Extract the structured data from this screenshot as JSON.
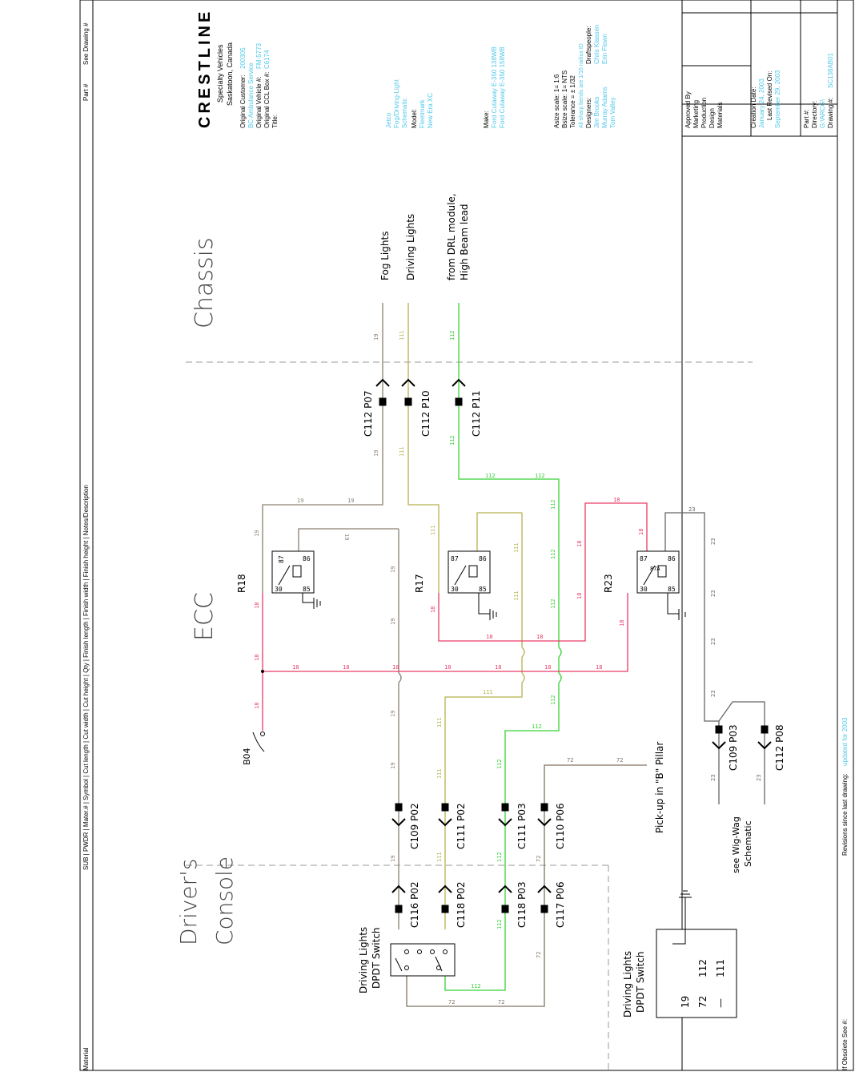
{
  "colors": {
    "w19": "#8a7f72",
    "w111": "#b5b24e",
    "w112": "#35d235",
    "w18": "#ea3a67",
    "w23": "#666666",
    "w72": "#807360",
    "label": "#000000",
    "title_block_value": "#4fc8ea",
    "title_block_red": "#e84a4a"
  },
  "header_strip": {
    "material": "Material",
    "columns": "SUB | PWDR | Mater.# | Symbol | Cut length | Cut width | Cut height | Qty | Finish length | Finish width | Finish height | Notes/Description",
    "part": "Part #",
    "see_drawing": "See Drawing #"
  },
  "regions": {
    "chassis": "Chassis",
    "ecc": "ECC",
    "console": [
      "Driver's",
      "Console"
    ]
  },
  "chassis_loads": {
    "fog": "Fog Lights",
    "driving": "Driving Lights",
    "drl": [
      "from DRL module,",
      "High Beam lead"
    ]
  },
  "connectors": {
    "c112_p07": "C112 P07",
    "c112_p10": "C112 P10",
    "c112_p11": "C112 P11",
    "c109_p02": "C109 P02",
    "c111_p02": "C111 P02",
    "c111_p03": "C111 P03",
    "c110_p06": "C110 P06",
    "c116_p02": "C116 P02",
    "c118_p02": "C118 P02",
    "c118_p03": "C118 P03",
    "c117_p06": "C117 P06",
    "c109_p03": "C109 P03",
    "c112_p08": "C112 P08"
  },
  "relays": {
    "r18": {
      "name": "R18",
      "pins": [
        "87",
        "86",
        "30",
        "85"
      ]
    },
    "r17": {
      "name": "R17",
      "pins": [
        "87",
        "86",
        "30",
        "85"
      ]
    },
    "r23": {
      "name": "R23",
      "pins": [
        "87",
        "87A",
        "86",
        "30",
        "85"
      ]
    }
  },
  "wire_numbers": {
    "w19": "19",
    "w111": "111",
    "w112": "112",
    "w18": "18",
    "w23": "23",
    "w72": "72"
  },
  "misc_labels": {
    "b04": "B04",
    "pickup": "Pick-up in \"B\" Pillar",
    "wigwag": [
      "see Wig-Wag",
      "Schematic"
    ],
    "switch": [
      "Driving Lights",
      "DPDT Switch"
    ],
    "switch_legend_title": [
      "Driving Lights",
      "DPDT Switch"
    ],
    "switch_legend_rows": [
      "19",
      "72",
      "112",
      "111",
      "—"
    ]
  },
  "title_block": {
    "brand": "CRESTLINE",
    "company": "Specialty Vehicles",
    "location": "Saskatoon, Canada",
    "original_customer_label": "Original Customer:",
    "original_customer_value": "200305",
    "original_customer_sub": "BC Ambulance Service",
    "original_vehicle_label": "Original Vehicle #:",
    "original_vehicle_value": "FM-5773",
    "original_ccl_label": "Original CCL Box #:",
    "original_ccl_value": "C6174",
    "title_label": "Title:",
    "title_value": [
      "Jetco",
      "Fog/Driving-Light",
      "Schematic"
    ],
    "model_label": "Model:",
    "model_value": [
      "Fleetmark",
      "New Era XC"
    ],
    "make_label": "Make:",
    "make_value": [
      "Ford Cutaway E-350 138WB",
      "Ford Cutaway E-350 158WB"
    ],
    "asize": "Asize scale: 1= 1:6",
    "bsize": "Bsize scale: 1= NTS",
    "tolerance": "Tolerance = ± 1/32",
    "bends_note": "All sharp bends are 1/16 radius ID",
    "designers_label": "Designers:",
    "designers": [
      "Jim Brooks",
      "Murray Adams",
      "Tom Valley"
    ],
    "draftspeople_label": "Draftspeople:",
    "draftspeople": [
      "Chris Klassen",
      "Erin Flown"
    ],
    "approved_by": "Approved By",
    "approvers": [
      "Marketing",
      "Production",
      "Design",
      "Materials"
    ],
    "creation_date_label": "Creation Date:",
    "creation_date": "January 24, 2003",
    "last_revised_label": "Last Revised On:",
    "last_revised": "September 29, 2003",
    "part_label": "Part #:",
    "directory_label": "Directory:",
    "directory_value": "G:\\ARCG\\",
    "drawing_label": "Drawing #:",
    "drawing_value": "SC138AB01"
  },
  "footer": {
    "obsolete": "If Obsolete See #:",
    "revisions": "Revisions since last drawing:",
    "revisions_value": "updated for 2003"
  }
}
